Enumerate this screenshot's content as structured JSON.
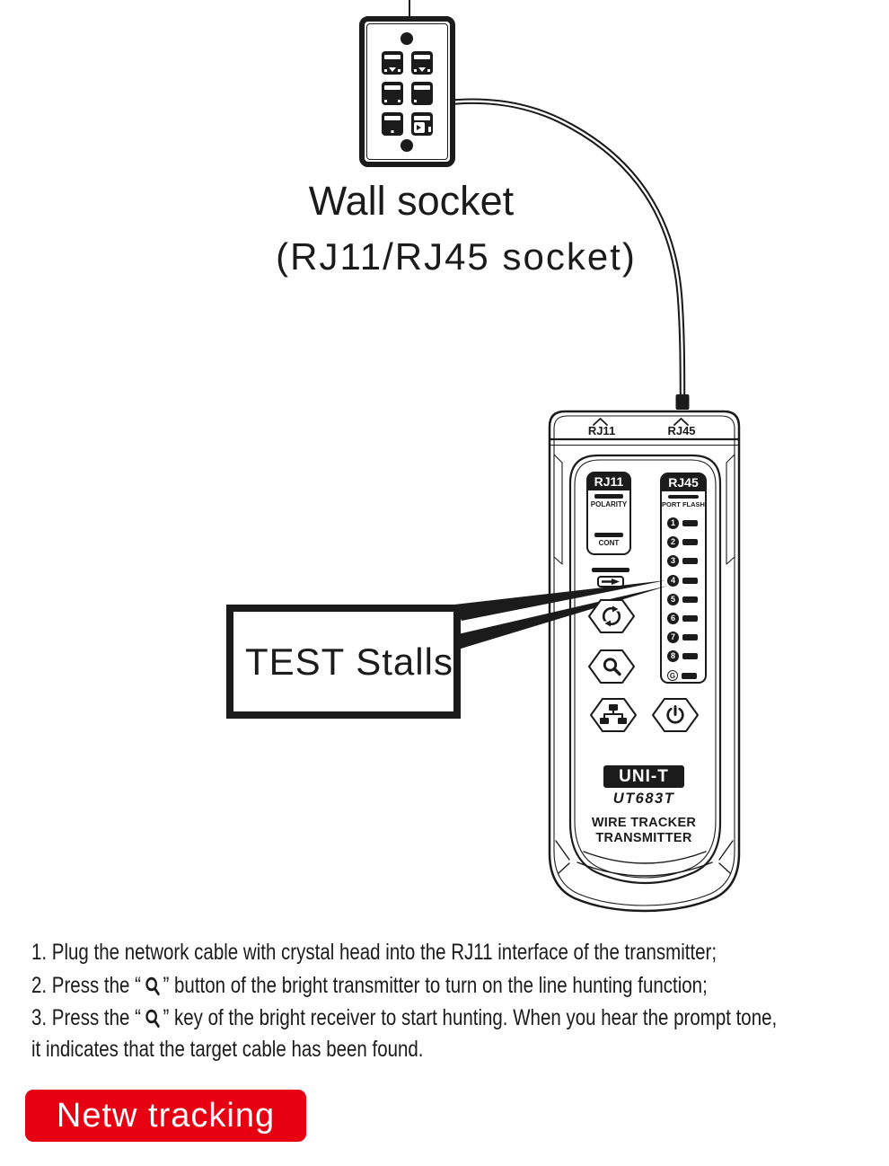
{
  "labels": {
    "socket_title": "Wall socket",
    "socket_subtitle": "(RJ11/RJ45 socket)",
    "callout": "TEST Stalls"
  },
  "device": {
    "cap": {
      "left_port": "RJ11",
      "right_port": "RJ45"
    },
    "rj11_panel": {
      "header": "RJ11",
      "indicator1": "POLARITY",
      "indicator2": "CONT"
    },
    "rj45_panel": {
      "header": "RJ45",
      "subheader": "PORT FLASH",
      "leds": [
        "1",
        "2",
        "3",
        "4",
        "5",
        "6",
        "7",
        "8",
        "G"
      ]
    },
    "buttons": [
      {
        "icon": "cycle-icon"
      },
      {
        "icon": "search-icon"
      },
      {
        "icon": "network-icon"
      },
      {
        "icon": "power-icon"
      }
    ],
    "brand": "UNI-T",
    "model": "UT683T",
    "product_line1": "WIRE TRACKER",
    "product_line2": "TRANSMITTER"
  },
  "instructions": {
    "line1": "1. Plug the network cable with crystal head into the RJ11 interface of the transmitter;",
    "line2_pre": "2. Press the “",
    "line2_post": "” button of the bright transmitter to turn on the line hunting function;",
    "line3_pre": "3. Press the “",
    "line3_post": "” key of the bright receiver to start hunting. When you hear the prompt tone,",
    "line4": "it indicates that the target cable has been found."
  },
  "banner": {
    "label": "Netw tracking"
  },
  "icons": {
    "inline_instruction": "magnifier-icon",
    "battery": "battery-icon"
  },
  "colors": {
    "ink": "#1b1b1b",
    "banner_red": "#e60012",
    "led_fill": "#1b1b1b"
  }
}
